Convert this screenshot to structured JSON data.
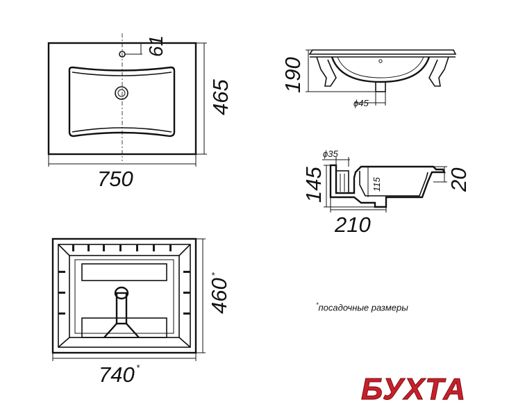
{
  "top_view": {
    "width_label": "750",
    "depth_label": "465",
    "tap_offset_label": "61"
  },
  "side_view": {
    "height_label": "190",
    "drain_label": "ϕ45"
  },
  "section_view": {
    "overflow_label": "ϕ35",
    "total_height_label": "145",
    "bowl_depth_label": "115",
    "rim_label": "20",
    "depth_label": "210"
  },
  "bottom_view": {
    "width_label": "740",
    "width_marker": "*",
    "depth_label": "460",
    "depth_marker": "*"
  },
  "note": {
    "marker": "*",
    "text": "посадочные размеры"
  },
  "brand": {
    "logo_text": "БУХТА",
    "color": "#c8202a"
  }
}
